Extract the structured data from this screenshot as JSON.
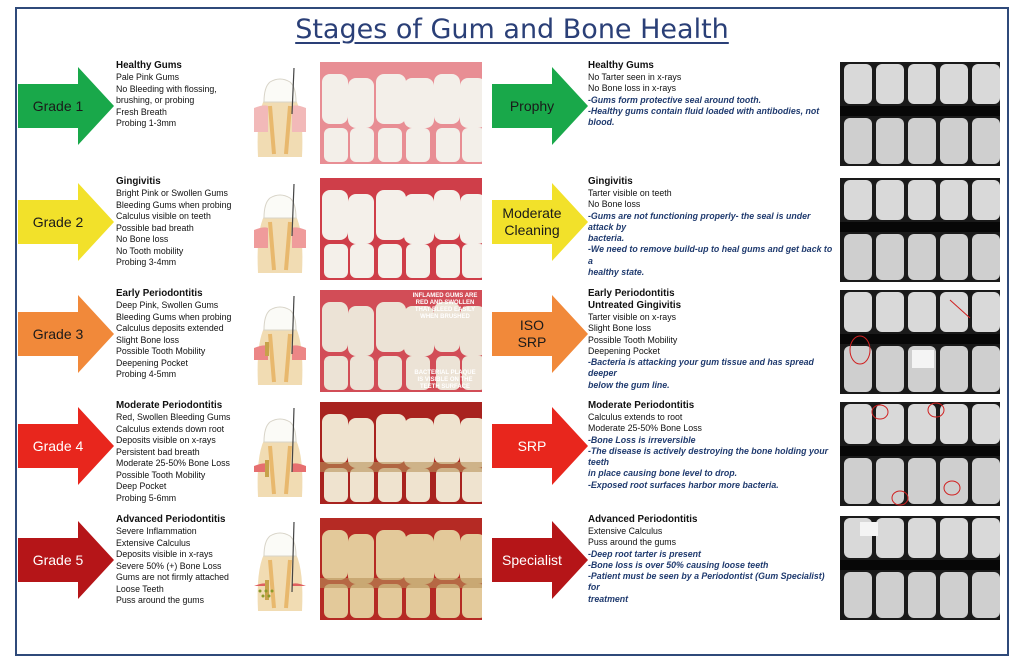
{
  "title": "Stages of Gum and Bone Health",
  "rows": [
    {
      "grade": "Grade 1",
      "grade_color": "#19a84a",
      "left_heading": "Healthy Gums",
      "left_lines": [
        "Pale Pink Gums",
        "No Bleeding with flossing,",
        "brushing, or probing",
        "Fresh Breath",
        "Probing 1-3mm"
      ],
      "treatment": "Prophy",
      "right_heading": "Healthy Gums",
      "right_plain": [
        "No Tarter seen in x-rays",
        "No Bone loss in x-rays"
      ],
      "right_em": [
        "-Gums form protective seal around tooth.",
        "-Healthy gums contain fluid loaded with antibodies, not blood."
      ]
    },
    {
      "grade": "Grade 2",
      "grade_color": "#f2e12a",
      "left_heading": "Gingivitis",
      "left_lines": [
        "Bright Pink or Swollen Gums",
        "Bleeding Gums when probing",
        "Calculus visible on teeth",
        "Possible bad breath",
        "No Bone loss",
        "No Tooth mobility",
        "Probing 3-4mm"
      ],
      "treatment": "Moderate Cleaning",
      "right_heading": "Gingivitis",
      "right_plain": [
        "Tarter visible on teeth",
        "No Bone loss"
      ],
      "right_em": [
        "-Gums are not functioning properly- the seal is under attack by",
        "bacteria.",
        "-We need to remove build-up to heal gums and get back to a",
        "healthy state."
      ]
    },
    {
      "grade": "Grade 3",
      "grade_color": "#f1893a",
      "left_heading": "Early Periodontitis",
      "left_lines": [
        "Deep Pink, Swollen Gums",
        "Bleeding Gums when probing",
        "Calculus deposits extended",
        "Slight Bone loss",
        "Possible Tooth Mobility",
        "Deepening Pocket",
        "Probing 4-5mm"
      ],
      "treatment": "ISO SRP",
      "right_heading": "Early Periodontitis",
      "right_heading2": "Untreated Gingivitis",
      "right_plain": [
        "Tarter visible on x-rays",
        "Slight Bone loss",
        "Possible Tooth Mobility",
        "Deepening Pocket"
      ],
      "right_em": [
        "-Bacteria is attacking your gum tissue and has spread deeper",
        "below the gum line."
      ],
      "photo_caption_top": "INFLAMED GUMS ARE RED AND SWOLLEN THAT BLEED EASILY WHEN BRUSHED",
      "photo_caption_bottom": "BACTERIAL PLAQUE IS VISIBLE ON THE TEETH SURFACE"
    },
    {
      "grade": "Grade 4",
      "grade_color": "#e8261d",
      "left_heading": "Moderate Periodontitis",
      "left_lines": [
        "Red, Swollen Bleeding Gums",
        "Calculus extends down root",
        "Deposits visible on x-rays",
        "Persistent bad breath",
        "Moderate 25-50% Bone Loss",
        "Possible Tooth Mobility",
        "Deep Pocket",
        "Probing 5-6mm"
      ],
      "treatment": "SRP",
      "right_heading": "Moderate Periodontitis",
      "right_plain": [
        "Calculus extends to root",
        "Moderate 25-50% Bone Loss"
      ],
      "right_em": [
        "-Bone Loss is irreversible",
        "-The disease is actively destroying the bone holding your teeth",
        "in place causing bone level to drop.",
        "-Exposed root surfaces harbor more bacteria."
      ]
    },
    {
      "grade": "Grade 5",
      "grade_color": "#b51518",
      "left_heading": "Advanced Periodontitis",
      "left_lines": [
        "Severe Inflammation",
        "Extensive Calculus",
        "Deposits visible in x-rays",
        "Severe 50% (+) Bone Loss",
        "Gums are not firmly attached",
        "Loose Teeth",
        "Puss around the gums"
      ],
      "treatment": "Specialist",
      "right_heading": "Advanced Periodontitis",
      "right_plain": [
        "Extensive Calculus",
        "Puss around the gums"
      ],
      "right_em": [
        "-Deep root tarter is present",
        "-Bone loss is over 50% causing loose teeth",
        "-Patient must be seen by a Periodontist (Gum Specialist) for",
        "treatment"
      ]
    }
  ]
}
